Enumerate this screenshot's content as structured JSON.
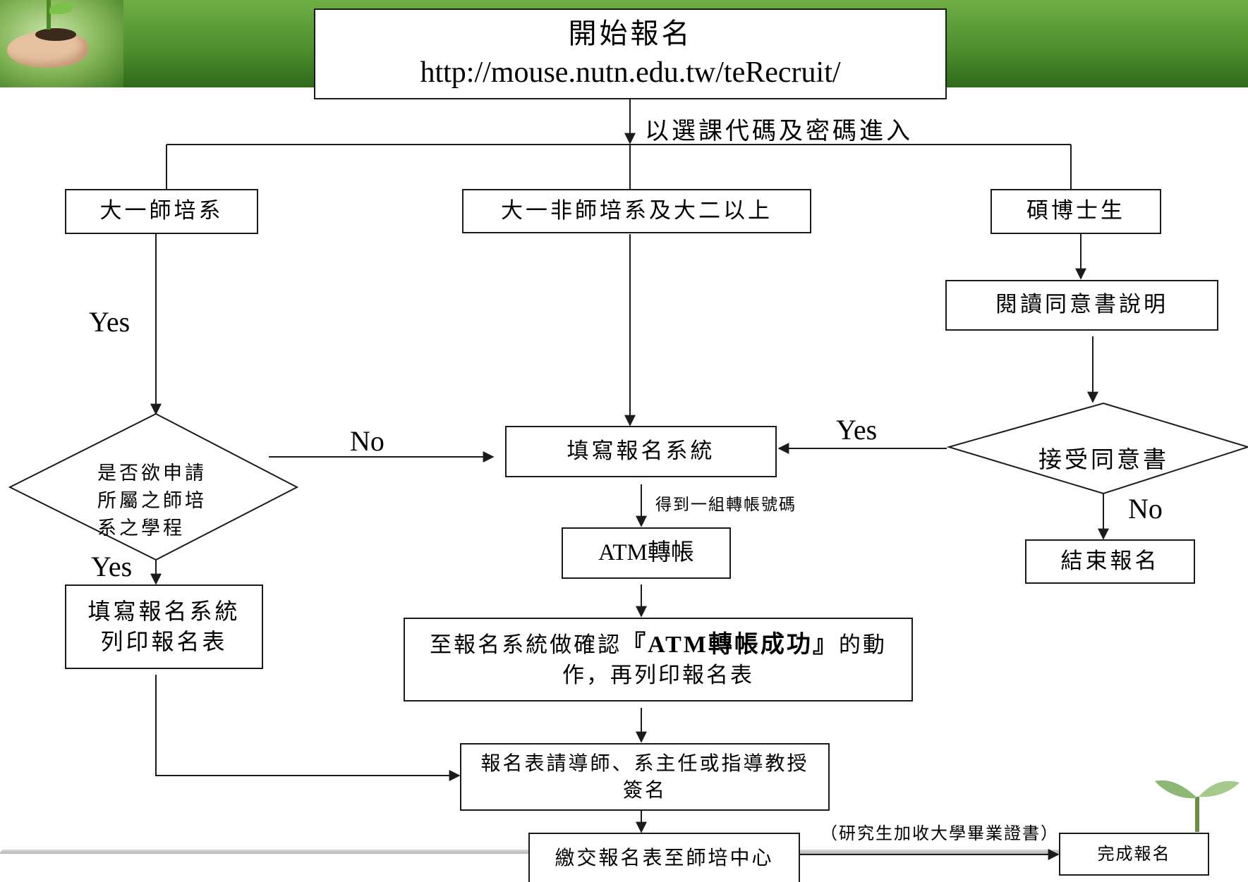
{
  "colors": {
    "banner": "#4f8f2c",
    "line": "#1b1b1b",
    "box_border": "#1b1b1b"
  },
  "start": {
    "title": "開始報名",
    "url": "http://mouse.nutn.edu.tw/teRecruit/"
  },
  "entry_label": "以選課代碼及密碼進入",
  "branches": {
    "freshman_teacher_dept": "大一師培系",
    "other_students": "大一非師培系及大二以上",
    "graduate": "碩博士生"
  },
  "read_consent": "閱讀同意書說明",
  "accept_consent": "接受同意書",
  "end_registration": "結束報名",
  "apply_question": "是否欲申請\n所屬之師培\n系之學程",
  "fill_system": "填寫報名系統",
  "fill_print": {
    "line1": "填寫報名系統",
    "line2": "列印報名表"
  },
  "transfer_note": "得到一組轉帳號碼",
  "atm_transfer": "ATM轉帳",
  "confirm": {
    "before": "至報名系統做確認",
    "bold": "『ATM轉帳成功』",
    "after": "的動",
    "line2": "作，再列印報名表"
  },
  "sign": {
    "line1": "報名表請導師、系主任或指導教授",
    "line2": "簽名"
  },
  "submit": "繳交報名表至師培中心",
  "grad_note": "（研究生加收大學畢業證書）",
  "complete": "完成報名",
  "labels": {
    "yes_left": "Yes",
    "yes_left_bottom": "Yes",
    "no_middle": "No",
    "yes_right": "Yes",
    "no_right": "No"
  }
}
